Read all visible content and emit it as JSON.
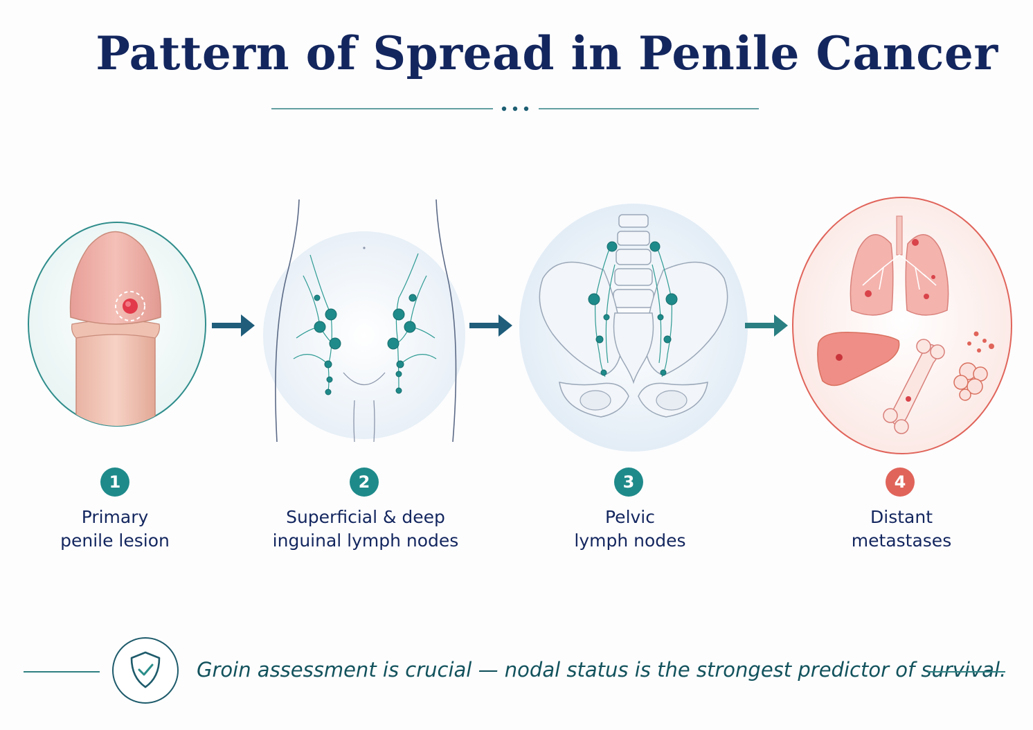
{
  "title": "Pattern of Spread in Penile Cancer",
  "stages": [
    {
      "number": "1",
      "line1": "Primary",
      "line2": "penile lesion"
    },
    {
      "number": "2",
      "line1": "Superficial & deep",
      "line2": "inguinal lymph nodes"
    },
    {
      "number": "3",
      "line1": "Pelvic",
      "line2": "lymph nodes"
    },
    {
      "number": "4",
      "line1": "Distant",
      "line2": "metastases"
    }
  ],
  "footer": {
    "text": "Groin assessment is crucial — nodal status is the strongest predictor of survival.",
    "icon": "shield-check-icon"
  },
  "colors": {
    "title": "#13265e",
    "teal": "#1f8a8a",
    "navy_arrow": "#1f5d7a",
    "red": "#e0645a",
    "footer_text": "#12525c"
  }
}
